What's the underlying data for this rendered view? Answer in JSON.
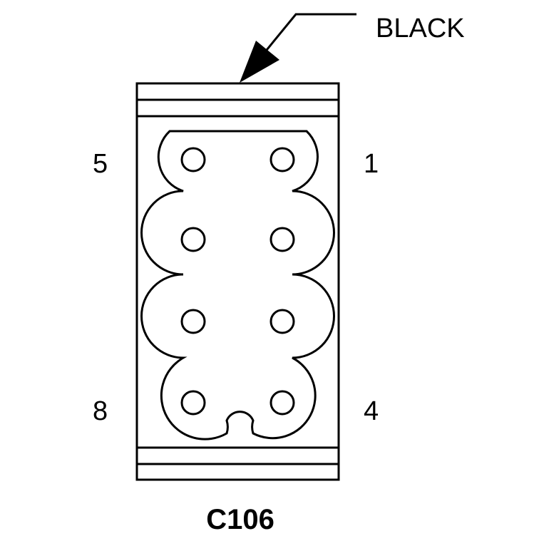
{
  "connector": {
    "id": "C106",
    "wire_color": "BLACK",
    "pin_labels": {
      "top_left": "5",
      "top_right": "1",
      "bottom_left": "8",
      "bottom_right": "4"
    },
    "cavity_count": 8
  },
  "colors": {
    "line": "#000000",
    "background": "#ffffff"
  }
}
